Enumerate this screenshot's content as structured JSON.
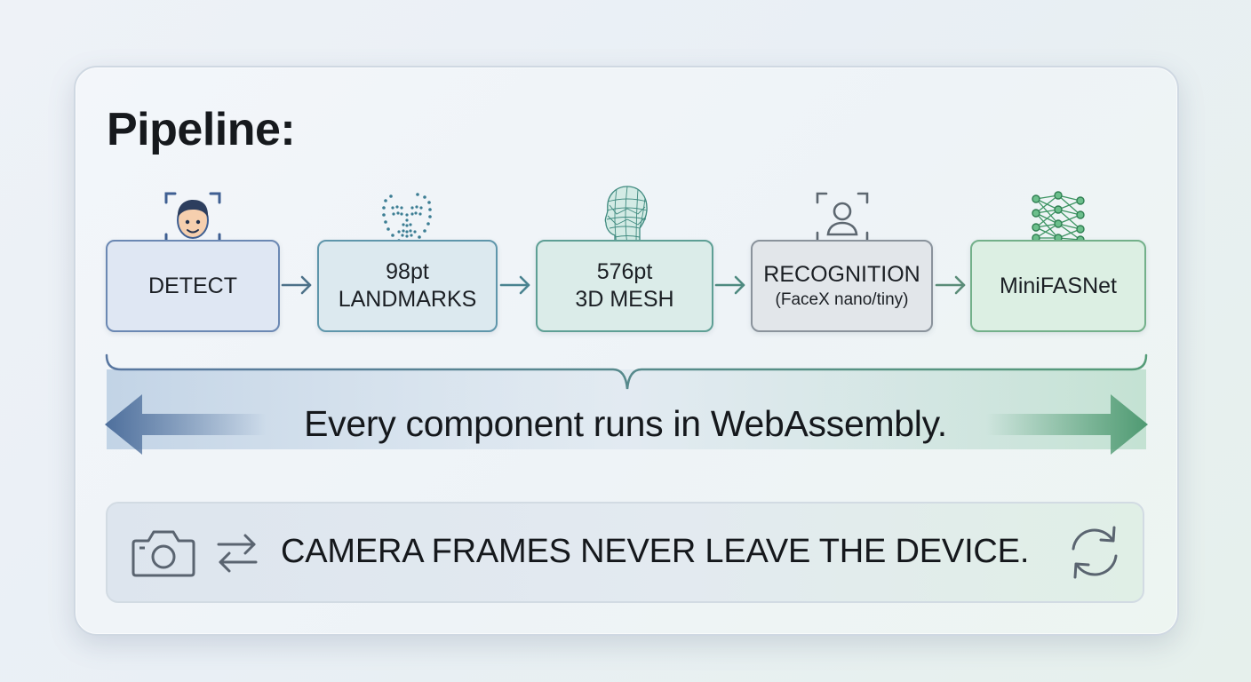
{
  "title": "Pipeline:",
  "stages": [
    {
      "line1": "DETECT",
      "line2": "",
      "icon": "face-detect-icon",
      "color": "#6b88b3"
    },
    {
      "line1": "98pt",
      "line2": "LANDMARKS",
      "icon": "face-landmarks-icon",
      "color": "#5f96ab"
    },
    {
      "line1": "576pt",
      "line2": "3D MESH",
      "icon": "head-mesh-icon",
      "color": "#5e9f95"
    },
    {
      "line1": "RECOGNITION",
      "line2": "(FaceX nano/tiny)",
      "icon": "person-scan-icon",
      "color": "#8a939c"
    },
    {
      "line1": "MiniFASNet",
      "line2": "",
      "icon": "neural-network-icon",
      "color": "#73b08a"
    }
  ],
  "wasm_statement": "Every component runs in WebAssembly.",
  "privacy_statement": "CAMERA FRAMES NEVER LEAVE THE DEVICE.",
  "privacy_icons": [
    "camera-icon",
    "swap-arrows-icon",
    "refresh-icon"
  ]
}
